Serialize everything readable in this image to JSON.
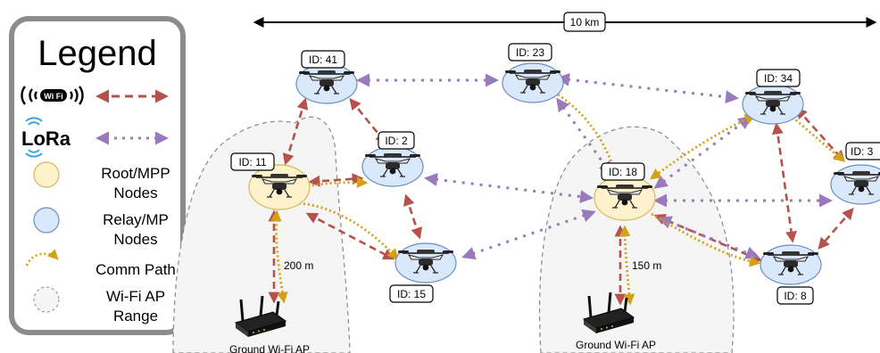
{
  "legend": {
    "title": "Legend",
    "wifi_icon_text": "Wi Fi",
    "lora_text": "LoRa",
    "root_label": "Root/MPP Nodes",
    "relay_label": "Relay/MP Nodes",
    "comm_label": "Comm Path",
    "range_label": "Wi-Fi AP Range"
  },
  "scale": {
    "label": "10 km"
  },
  "nodes": [
    {
      "id": "ID: 41",
      "kind": "relay"
    },
    {
      "id": "ID: 23",
      "kind": "relay"
    },
    {
      "id": "ID: 34",
      "kind": "relay"
    },
    {
      "id": "ID: 11",
      "kind": "root"
    },
    {
      "id": "ID: 2",
      "kind": "relay"
    },
    {
      "id": "ID: 18",
      "kind": "root"
    },
    {
      "id": "ID: 3",
      "kind": "relay"
    },
    {
      "id": "ID: 15",
      "kind": "relay"
    },
    {
      "id": "ID: 8",
      "kind": "relay"
    }
  ],
  "access_points": [
    {
      "label": "Ground Wi-Fi AP",
      "distance": "200 m"
    },
    {
      "label": "Ground Wi-Fi AP",
      "distance": "150 m"
    }
  ],
  "colors": {
    "wifi_link": "#b5524c",
    "lora_link": "#9a79bd",
    "comm_path": "#d4a017",
    "root_fill": "#fdf2cc",
    "root_stroke": "#d6b656",
    "relay_fill": "#dae8fc",
    "relay_stroke": "#6c8ebf",
    "range_fill": "#f5f5f5",
    "range_stroke": "#8a8a8a",
    "legend_border": "#8c8c8c"
  }
}
